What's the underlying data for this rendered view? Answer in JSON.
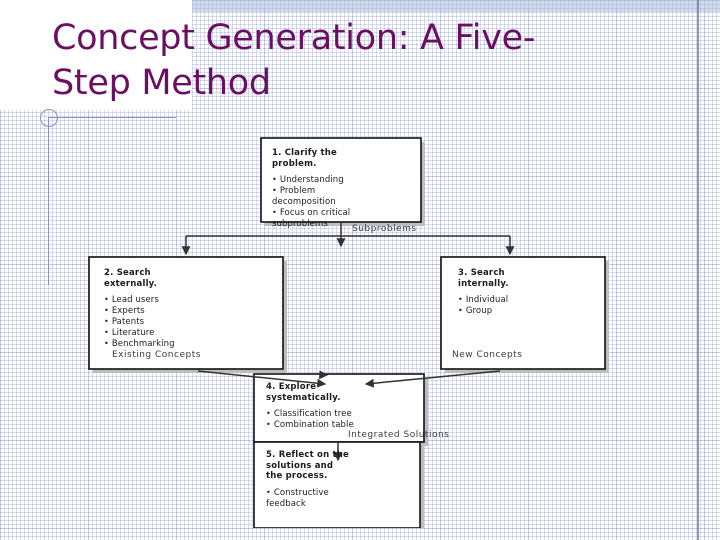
{
  "slide": {
    "title": "Concept Generation: A Five-\nStep Method"
  },
  "theme": {
    "title_color": "#6B0F63",
    "background": "#FEFEFE",
    "grid_color": "#8B93B8",
    "diagram_ink": "#1B1B1B",
    "header_band_color": "#ADBEDB",
    "right_rule_color": "#6C7A92"
  },
  "diagram": {
    "title": "Concept Generation Five-Step Method",
    "steps": [
      {
        "id": "step-1",
        "heading": "1. Clarify the\n    problem.",
        "bullets": [
          "Understanding",
          "Problem\n  decomposition",
          "Focus on critical\n  subproblems"
        ]
      },
      {
        "id": "step-2",
        "heading": "2. Search\n    externally.",
        "bullets": [
          "Lead users",
          "Experts",
          "Patents",
          "Literature",
          "Benchmarking"
        ]
      },
      {
        "id": "step-3",
        "heading": "3. Search\n    internally.",
        "bullets": [
          "Individual",
          "Group"
        ]
      },
      {
        "id": "step-4",
        "heading": "4. Explore\n    systematically.",
        "bullets": [
          "Classification tree",
          "Combination table"
        ]
      },
      {
        "id": "step-5",
        "heading": "5. Reflect on the\n    solutions and\n    the process.",
        "bullets": [
          "Constructive\n  feedback"
        ]
      }
    ],
    "edge_labels": [
      {
        "id": "edge-subproblems",
        "text": "Subproblems"
      },
      {
        "id": "edge-existing-concepts",
        "text": "Existing Concepts"
      },
      {
        "id": "edge-new-concepts",
        "text": "New Concepts"
      },
      {
        "id": "edge-integrated-solutions",
        "text": "Integrated Solutions"
      }
    ]
  }
}
